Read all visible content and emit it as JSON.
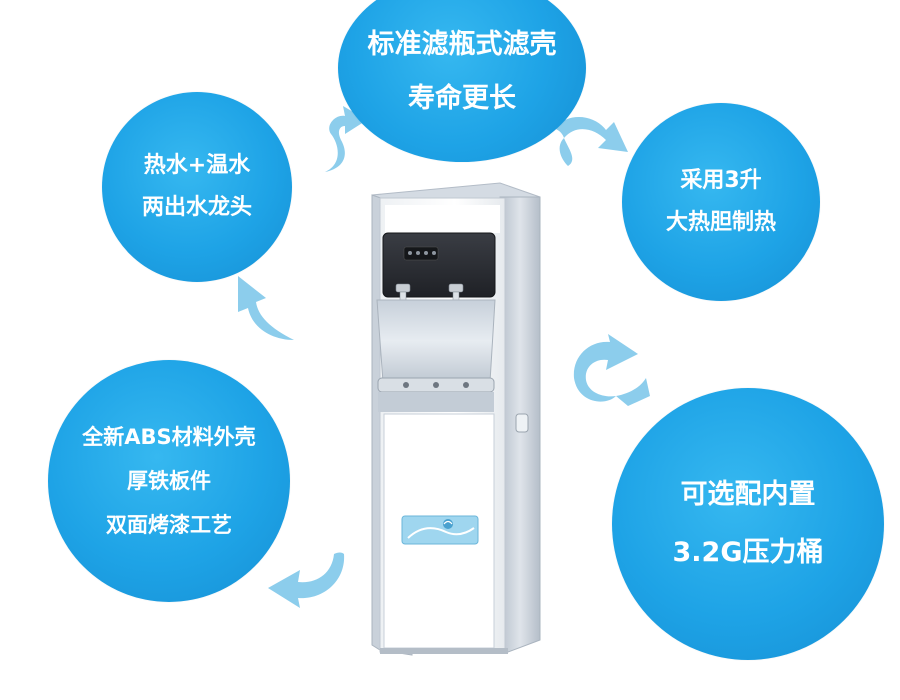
{
  "bubbles": {
    "top": {
      "line1": "标准滤瓶式滤壳",
      "line2": "寿命更长"
    },
    "top_left": {
      "line1": "热水+温水",
      "line2": "两出水龙头"
    },
    "top_right": {
      "line1": "采用3升",
      "line2": "大热胆制热"
    },
    "bottom_left": {
      "line1": "全新ABS材料外壳",
      "line2": "厚铁板件",
      "line3": "双面烤漆工艺"
    },
    "bottom_right": {
      "line1": "可选配内置",
      "line2": "3.2G压力桶"
    }
  },
  "colors": {
    "bubble_blue": "#1ea3e6",
    "arrow_blue": "#8ccdec",
    "machine_silver": "#c7cfd8",
    "machine_white": "#f7f9fb",
    "panel_dark": "#2b2d33"
  },
  "icons": [
    "curved-arrow-icon",
    "water-dispenser-image",
    "brand-logo-sticker"
  ]
}
